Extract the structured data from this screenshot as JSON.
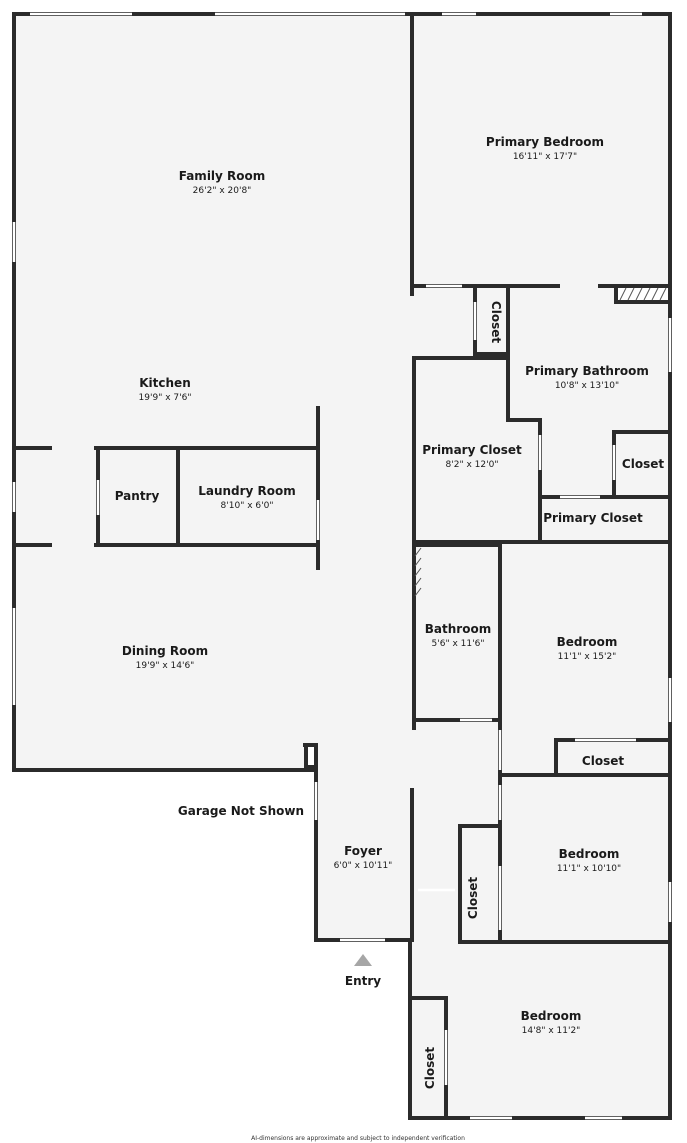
{
  "rooms": {
    "family_room": {
      "name": "Family Room",
      "dims": "26'2\" x 20'8\""
    },
    "primary_bedroom": {
      "name": "Primary Bedroom",
      "dims": "16'11\" x 17'7\""
    },
    "kitchen": {
      "name": "Kitchen",
      "dims": "19'9\" x 7'6\""
    },
    "primary_bathroom": {
      "name": "Primary Bathroom",
      "dims": "10'8\" x 13'10\""
    },
    "primary_closet_1": {
      "name": "Primary Closet",
      "dims": "8'2\" x 12'0\""
    },
    "primary_closet_2": {
      "name": "Primary Closet"
    },
    "closet_upper": {
      "name": "Closet"
    },
    "closet_vertical_top": {
      "name": "Closet"
    },
    "pantry": {
      "name": "Pantry"
    },
    "laundry_room": {
      "name": "Laundry Room",
      "dims": "8'10\" x 6'0\""
    },
    "dining_room": {
      "name": "Dining Room",
      "dims": "19'9\" x 14'6\""
    },
    "bathroom": {
      "name": "Bathroom",
      "dims": "5'6\" x 11'6\""
    },
    "bedroom_1": {
      "name": "Bedroom",
      "dims": "11'1\" x 15'2\""
    },
    "closet_b1": {
      "name": "Closet"
    },
    "bedroom_2": {
      "name": "Bedroom",
      "dims": "11'1\" x 10'10\""
    },
    "closet_b2": {
      "name": "Closet"
    },
    "bedroom_3": {
      "name": "Bedroom",
      "dims": "14'8\" x 11'2\""
    },
    "closet_b3": {
      "name": "Closet"
    },
    "foyer": {
      "name": "Foyer",
      "dims": "6'0\" x 10'11\""
    }
  },
  "annotations": {
    "garage": "Garage Not Shown",
    "entry": "Entry",
    "disclaimer": "AI-dimensions are approximate and subject to independent verification"
  },
  "colors": {
    "wall": "#2b2b2b",
    "floor": "#f4f4f4",
    "window": "#ffffff",
    "entry_arrow": "#a6a6a6"
  }
}
